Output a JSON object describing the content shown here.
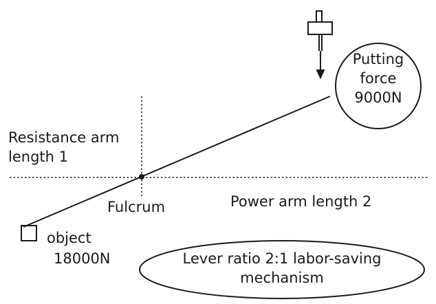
{
  "labels": {
    "putting_force_line1": "Putting",
    "putting_force_line2": "force",
    "putting_force_line3": "9000N",
    "resistance_line1": "Resistance arm",
    "resistance_line2": "length 1",
    "fulcrum": "Fulcrum",
    "power_arm": "Power arm length 2",
    "object_line1": "object",
    "object_line2": "18000N",
    "ratio_line1": "Lever ratio 2:1 labor-saving",
    "ratio_line2": "mechanism"
  },
  "colors": {
    "ink": "#1a1a1a",
    "background": "#ffffff"
  }
}
